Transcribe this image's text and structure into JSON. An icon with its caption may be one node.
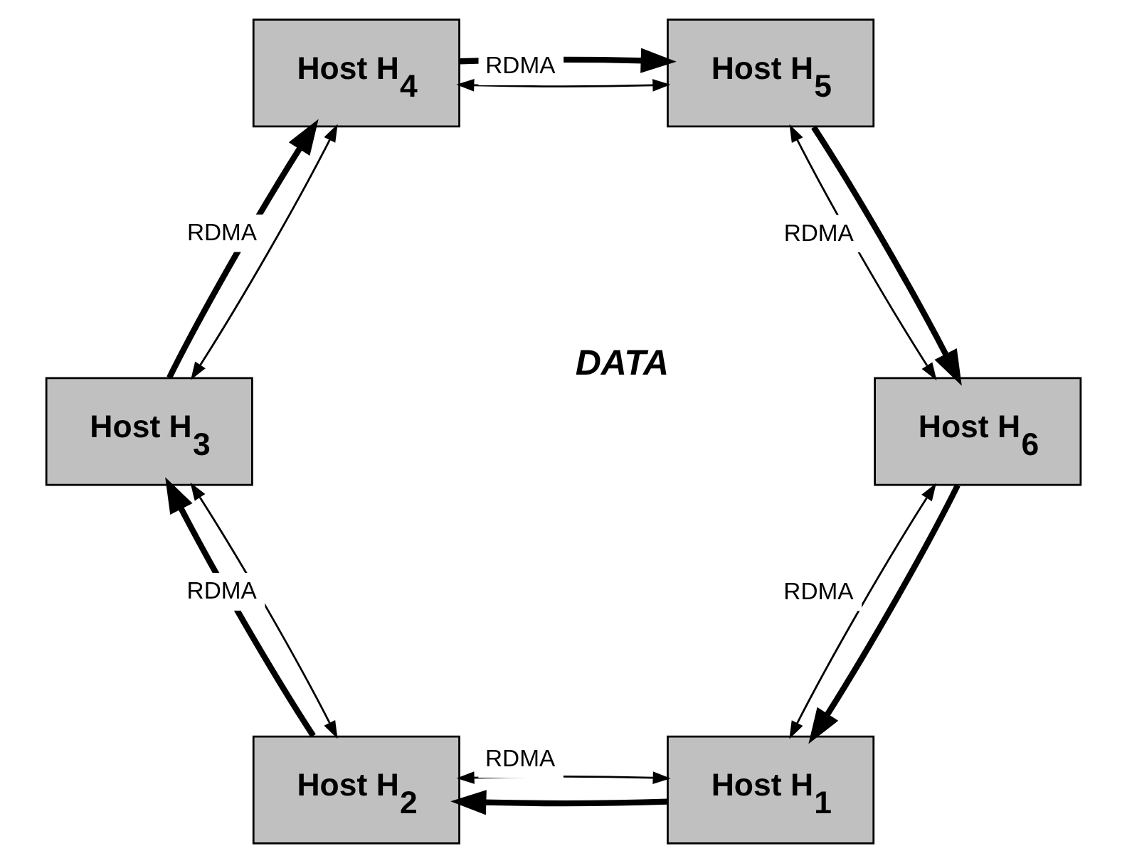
{
  "diagram": {
    "nodes": [
      {
        "text": [
          "Host H$_{1}$"
        ]
      },
      {
        "text": [
          "Host H$_{2}$"
        ]
      },
      {
        "text": [
          "Host H$_{3}$"
        ]
      },
      {
        "text": [
          "Host H$_{4}$"
        ]
      },
      {
        "text": [
          "Host H$_{5}$"
        ]
      },
      {
        "text": [
          "Host H$_{6}$"
        ]
      }
    ],
    "edges": [
      {
        "from": 0,
        "to": 1,
        "arrow": "to",
        "style": "thick"
      },
      {
        "from": 1,
        "to": 2,
        "arrow": "to",
        "style": "thick"
      },
      {
        "from": 2,
        "to": 3,
        "arrow": "to",
        "style": "thick"
      },
      {
        "from": 3,
        "to": 4,
        "arrow": "to",
        "style": "thick"
      },
      {
        "from": 4,
        "to": 5,
        "arrow": "to",
        "style": "thick"
      },
      {
        "from": 5,
        "to": 0,
        "arrow": "to",
        "style": "thick"
      },
      {
        "from": 0,
        "to": 1,
        "arrow": "both",
        "label": "RDMA"
      },
      {
        "from": 1,
        "to": 2,
        "arrow": "both",
        "label": "RDMA"
      },
      {
        "from": 2,
        "to": 3,
        "arrow": "both",
        "label": "RDMA"
      },
      {
        "from": 3,
        "to": 4,
        "arrow": "both",
        "label": "RDMA"
      },
      {
        "from": 4,
        "to": 5,
        "arrow": "both",
        "label": "RDMA"
      },
      {
        "from": 5,
        "to": 0,
        "arrow": "both",
        "label": "RDMA"
      }
    ],
    "labels": [
      "DATA"
    ]
  }
}
